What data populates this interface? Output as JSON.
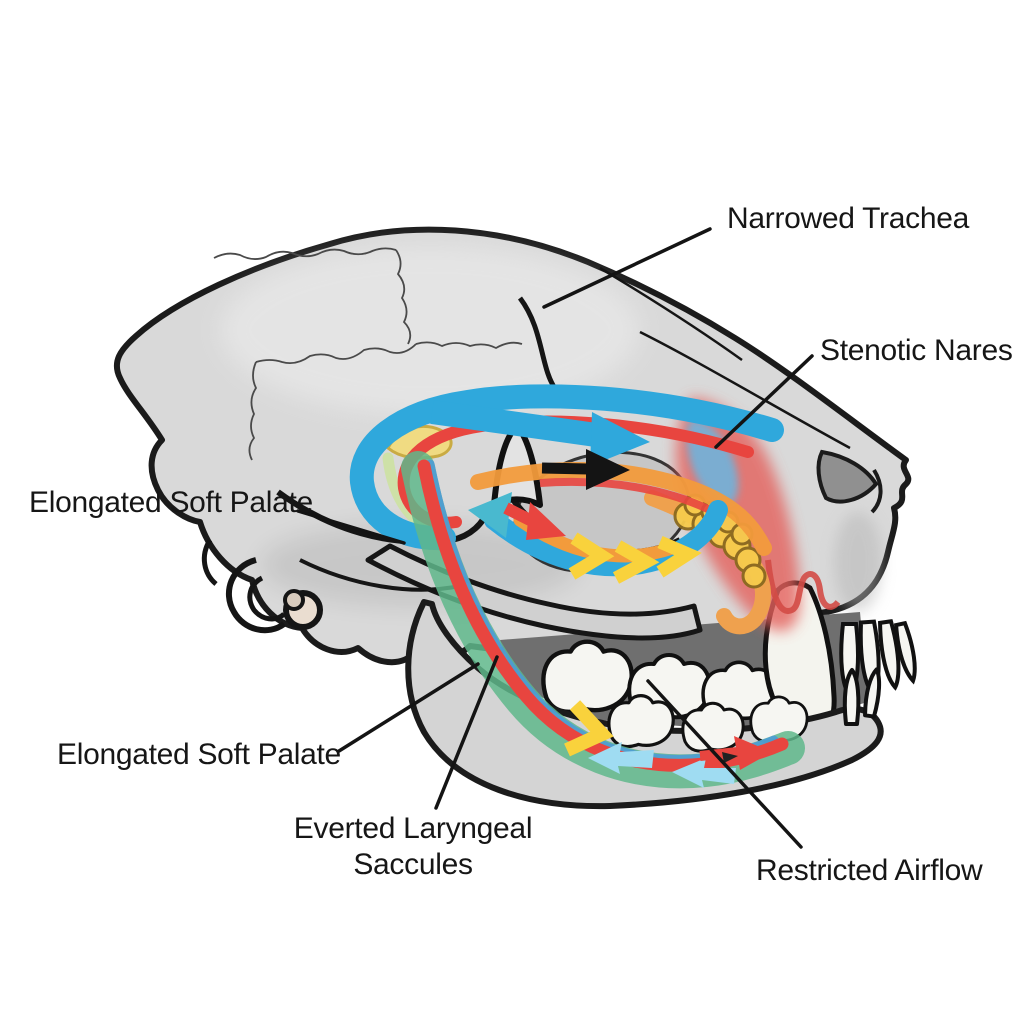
{
  "labels": {
    "narrowed_trachea": "Narrowed Trachea",
    "stenotic_nares": "Stenotic Nares",
    "elongated_soft_palate_upper": "Elongated Soft Palate",
    "elongated_soft_palate_lower": "Elongated Soft Palate",
    "everted_laryngeal_saccules": "Everted Laryngeal Saccules",
    "restricted_airflow": "Restricted Airflow"
  },
  "colors": {
    "background": "#ffffff",
    "label_text": "#161616",
    "leader_line": "#141414",
    "skull_fill": "#d9d9d9",
    "mandible_fill": "#d4d4d4",
    "skull_outline": "#1b1b1b",
    "teeth_fill": "#f6f6f2",
    "mouth_shadow": "#6f6f6f",
    "airflow_blue": "#2fa8dc",
    "airflow_teal": "#49b9cf",
    "airflow_light_blue": "#9fdcf2",
    "airflow_red": "#e8453f",
    "airflow_orange": "#f29b3c",
    "airflow_yellow": "#f9d23c",
    "airflow_green": "#5fb78b",
    "throat_blue_stripe": "#4d9bd5",
    "airflow_black": "#141414",
    "inflamed_tissue": "#e4605c",
    "nasal_blue_streak": "#6fb3dc",
    "turbinate_yellow": "#f7cc4c",
    "turbinate_orange": "#efa14e",
    "pale_yellow_hook": "#f2dc7e",
    "pale_green_band": "#cde2a4",
    "bulla_ring": "#eaddd0"
  }
}
